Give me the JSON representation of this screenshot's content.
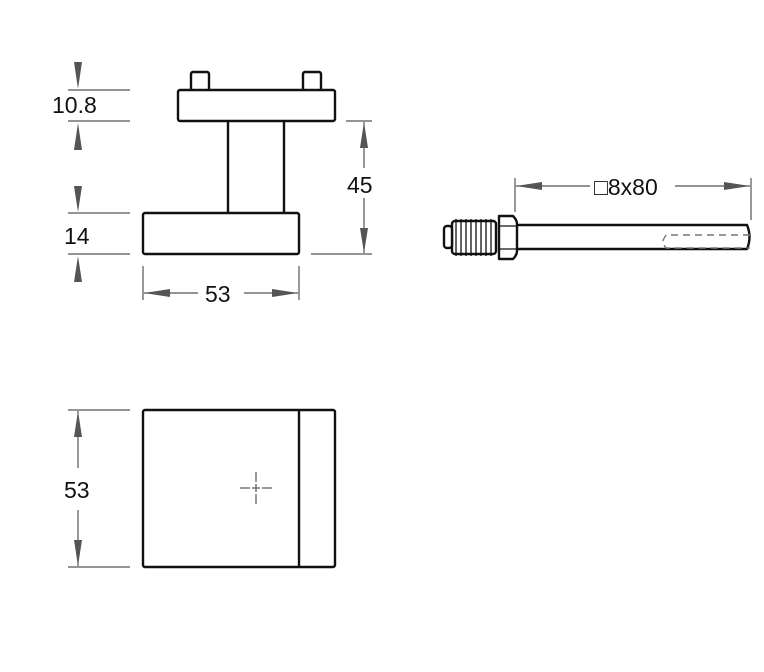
{
  "drawing": {
    "type": "technical drawing - door knob with spindle",
    "colors": {
      "outline": "#111111",
      "dimension": "#555555",
      "hidden_line": "#777777",
      "background": "#ffffff"
    },
    "side_view": {
      "dimensions": {
        "top_plate_thickness": "10.8",
        "base_thickness": "14",
        "overall_height": "45",
        "base_width": "53"
      }
    },
    "spindle_view": {
      "dimensions": {
        "spindle_size": "□8x80"
      }
    },
    "top_view": {
      "dimensions": {
        "height": "53"
      }
    }
  }
}
